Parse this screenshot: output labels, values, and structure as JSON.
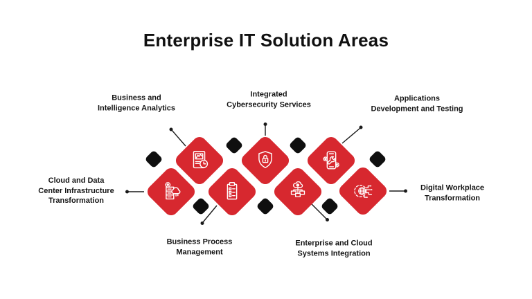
{
  "title": "Enterprise IT Solution Areas",
  "colors": {
    "accent_red": "#D7282F",
    "diamond_black": "#0F0F0F",
    "text": "#141414",
    "background": "#FFFFFF"
  },
  "solutions": [
    {
      "id": "business-intelligence-analytics",
      "label": "Business and\nIntelligence Analytics",
      "icon": "report-chart-clock-icon"
    },
    {
      "id": "integrated-cybersecurity-services",
      "label": "Integrated\nCybersecurity Services",
      "icon": "shield-lock-icon"
    },
    {
      "id": "applications-development-testing",
      "label": "Applications\nDevelopment and Testing",
      "icon": "mobile-wrench-gear-icon"
    },
    {
      "id": "cloud-data-center-infrastructure",
      "label": "Cloud and Data\nCenter Infrastructure\nTransformation",
      "icon": "server-rack-cloud-gear-icon"
    },
    {
      "id": "business-process-management",
      "label": "Business Process\nManagement",
      "icon": "clipboard-checklist-icon"
    },
    {
      "id": "enterprise-cloud-systems-integration",
      "label": "Enterprise and Cloud\nSystems Integration",
      "icon": "cloud-network-boxes-icon"
    },
    {
      "id": "digital-workplace-transformation",
      "label": "Digital Workplace\nTransformation",
      "icon": "gear-globe-circuit-icon"
    }
  ]
}
